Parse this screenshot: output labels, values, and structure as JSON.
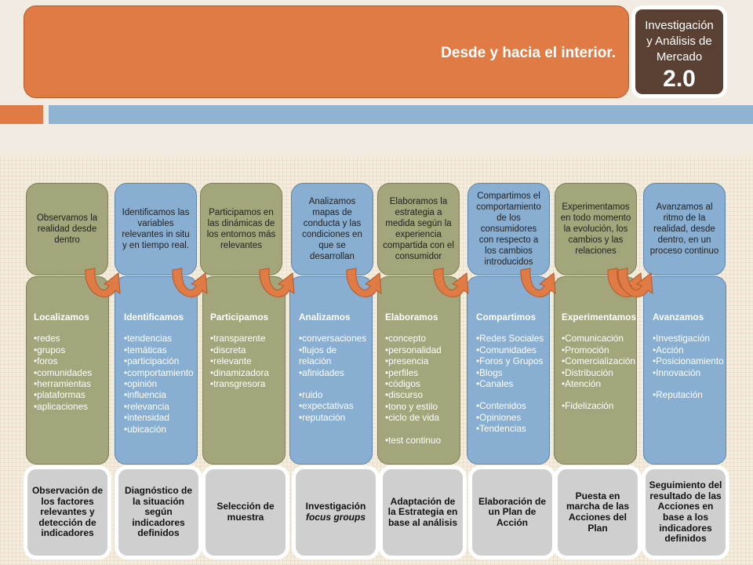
{
  "banner": {
    "title": "Desde y hacia el interior."
  },
  "badge": {
    "line1": "Investigación",
    "line2": "y Análisis de",
    "line3": "Mercado",
    "version": "2.0"
  },
  "colors": {
    "orange": "#e07b45",
    "olive": "#a2a67a",
    "blue": "#88aed2",
    "badge": "#5a4033",
    "gray": "#cfcfcf"
  },
  "columns": [
    {
      "top": "Observamos la realidad desde dentro",
      "title": "Localizamos",
      "items": [
        "redes",
        "grupos",
        "foros",
        "comunidades",
        "herramientas",
        "plataformas",
        "aplicaciones"
      ],
      "bottom": "Observación de los factores relevantes y detección de indicadores"
    },
    {
      "top": "Identificamos las variables relevantes in situ y en tiempo real.",
      "title": "Identificamos",
      "items": [
        "tendencias",
        "temáticas",
        "participación",
        "comportamiento",
        "opinión",
        "influencia",
        "relevancia",
        "intensidad",
        "ubicación"
      ],
      "bottom": "Diagnóstico de la situación según indicadores definidos"
    },
    {
      "top": "Participamos en las dinámicas de los entornos más relevantes",
      "title": "Participamos",
      "items": [
        "transparente",
        "discreta",
        "relevante",
        "dinamizadora",
        "transgresora"
      ],
      "bottom": "Selección de muestra"
    },
    {
      "top": "Analizamos mapas de conducta y las condiciones en que se desarrollan",
      "title": "Analizamos",
      "items": [
        "conversaciones",
        "flujos de relación",
        "afinidades",
        "",
        "ruido",
        "expectativas",
        "reputación"
      ],
      "bottom_pre": "Investigación ",
      "bottom_em": "focus groups",
      "bottom": ""
    },
    {
      "top": "Elaboramos la estrategia a medida según la experiencia compartida con el consumidor",
      "title": "Elaboramos",
      "items": [
        "concepto",
        "personalidad",
        "presencia",
        "perfiles",
        "códigos",
        "discurso",
        "tono y estilo",
        "ciclo de vida",
        "",
        "test continuo"
      ],
      "bottom": "Adaptación de la Estrategia en base al análisis"
    },
    {
      "top": "Compartimos el comportamiento de los consumidores con respecto a los cambios introducidos",
      "title": "Compartimos",
      "items": [
        "Redes Sociales",
        "Comunidades",
        "Foros y Grupos",
        "Blogs",
        "Canales",
        "",
        "Contenidos",
        "Opiniones",
        "Tendencias"
      ],
      "bottom": "Elaboración de un Plan de Acción"
    },
    {
      "top": "Experimentamos en todo momento la evolución, los cambios y las relaciones",
      "title": "Experimentamos",
      "items": [
        "Comunicación",
        "Promoción",
        "Comercialización",
        "Distribución",
        "Atención",
        "",
        "Fidelización"
      ],
      "bottom": "Puesta en marcha de las Acciones del Plan"
    },
    {
      "top": "Avanzamos al ritmo de la realidad, desde dentro, en un proceso continuo",
      "title": "Avanzamos",
      "items": [
        "Investigación",
        "Acción",
        "Posicionamiento",
        "Innovación",
        "",
        "Reputación"
      ],
      "bottom": "Seguimiento del resultado de las Acciones en base a los indicadores definidos"
    }
  ]
}
